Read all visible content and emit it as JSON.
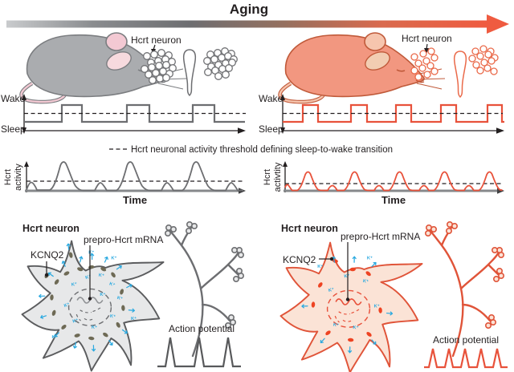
{
  "header": {
    "title": "Aging"
  },
  "legend": {
    "dash_label": "Hcrt neuronal activity threshold defining sleep-to-wake transition"
  },
  "ions": {
    "k_label": "K⁺"
  },
  "colors": {
    "young_gray": "#6d6e71",
    "aged_orange": "#ef5b40",
    "trace_orange": "#e8523b",
    "ion_blue": "#2aa9e0",
    "mouse_gray": "#aaacaf",
    "mouse_orange": "#f29780",
    "ear_pink": "#f3c9d3",
    "neuron_fill_young": "#e7e8e9",
    "neuron_fill_aged": "#fbe3d6",
    "channel_olive": "#6e6a55",
    "channel_red": "#ee4322",
    "text": "#231f20"
  },
  "panels": {
    "young": {
      "hcrt_neuron_top_label": "Hcrt neuron",
      "hypnogram": {
        "wake_label": "Wake",
        "sleep_label": "Sleep",
        "wake_bouts": 3
      },
      "activity": {
        "ylabel_line1": "Hcrt",
        "ylabel_line2": "activity",
        "xlabel": "Time",
        "suprathreshold_peaks": 3,
        "subthreshold_bumps": 4
      },
      "neuron": {
        "title": "Hcrt neuron",
        "kcnq2_label": "KCNQ2",
        "mrna_label": "prepro-Hcrt mRNA",
        "action_potential_label": "Action potential",
        "spike_count": 3
      }
    },
    "aged": {
      "hcrt_neuron_top_label": "Hcrt neuron",
      "hypnogram": {
        "wake_label": "Wake",
        "sleep_label": "Sleep",
        "wake_bouts": 5
      },
      "activity": {
        "ylabel_line1": "Hcrt",
        "ylabel_line2": "activtity",
        "xlabel": "Time",
        "suprathreshold_peaks": 5,
        "subthreshold_bumps": 5
      },
      "neuron": {
        "title": "Hcrt neuron",
        "kcnq2_label": "KCNQ2",
        "mrna_label": "prepro-Hcrt mRNA",
        "action_potential_label": "Action potential",
        "spike_count": 5
      }
    }
  }
}
